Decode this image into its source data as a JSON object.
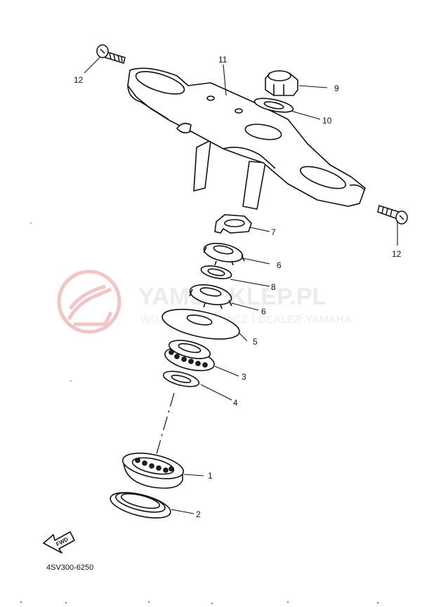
{
  "watermark": {
    "title": "YAMS-SKLEP.PL",
    "subtitle": "WOJ. ZIELONOWICZ I DEALER YAMAHA",
    "color": "#f2c4c4"
  },
  "diagram_code": "4SV300-6250",
  "fwd_label": "FWD",
  "callouts": [
    {
      "id": "c12a",
      "label": "12"
    },
    {
      "id": "c11",
      "label": "11"
    },
    {
      "id": "c9",
      "label": "9"
    },
    {
      "id": "c10",
      "label": "10"
    },
    {
      "id": "c12b",
      "label": "12"
    },
    {
      "id": "c7",
      "label": "7"
    },
    {
      "id": "c6a",
      "label": "6"
    },
    {
      "id": "c8",
      "label": "8"
    },
    {
      "id": "c6b",
      "label": "6"
    },
    {
      "id": "c5",
      "label": "5"
    },
    {
      "id": "c3",
      "label": "3"
    },
    {
      "id": "c4",
      "label": "4"
    },
    {
      "id": "c1",
      "label": "1"
    },
    {
      "id": "c2",
      "label": "2"
    }
  ]
}
